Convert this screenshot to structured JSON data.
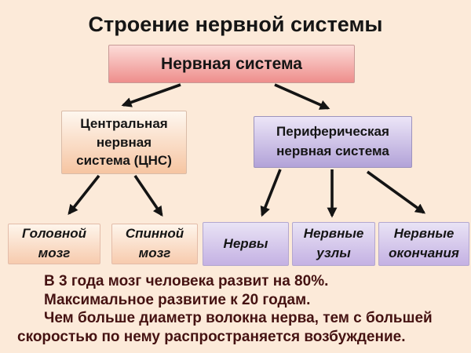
{
  "slide": {
    "title": "Строение нервной системы",
    "background_color": "#fcead9"
  },
  "diagram": {
    "root": {
      "label": "Нервная система"
    },
    "cns": {
      "label": "Центральная\nнервная\nсистема (ЦНС)"
    },
    "pns": {
      "label": "Периферическая\nнервная система"
    },
    "brain": {
      "label": "Головной\nмозг"
    },
    "spinal": {
      "label": "Спинной\nмозг"
    },
    "nerves": {
      "label": "Нервы"
    },
    "ganglia": {
      "label": "Нервные\nузлы"
    },
    "endings": {
      "label": "Нервные\nокончания"
    }
  },
  "notes": {
    "line1": "В 3 года мозг человека развит на 80%.",
    "line2": "Максимальное развитие к 20 годам.",
    "line3": "Чем больше диаметр волокна нерва, тем с большей скоростью по нему распространяется возбуждение.",
    "text_color": "#451212"
  },
  "colors": {
    "root_box_top": "#fcdcd8",
    "root_box_bottom": "#ee8e8c",
    "cns_box_top": "#fef7ef",
    "cns_box_bottom": "#f6c5a2",
    "pns_box_top": "#ece5f7",
    "pns_box_bottom": "#b2a2d8",
    "leaf_peach_top": "#fef5eb",
    "leaf_peach_bottom": "#f7cbae",
    "leaf_purple_top": "#e9e3f5",
    "leaf_purple_bottom": "#c4b1e3",
    "arrow": "#141414"
  }
}
